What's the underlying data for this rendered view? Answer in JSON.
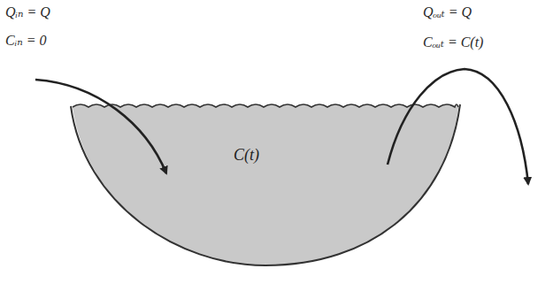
{
  "diagram": {
    "nodes": [
      {
        "text": [
          "C(t)"
        ]
      }
    ],
    "labels": [
      "Qᵢₙ = Q",
      "Cᵢₙ = 0",
      "Qₒᵤₜ = Q",
      "Cₒᵤₜ = C(t)"
    ]
  }
}
